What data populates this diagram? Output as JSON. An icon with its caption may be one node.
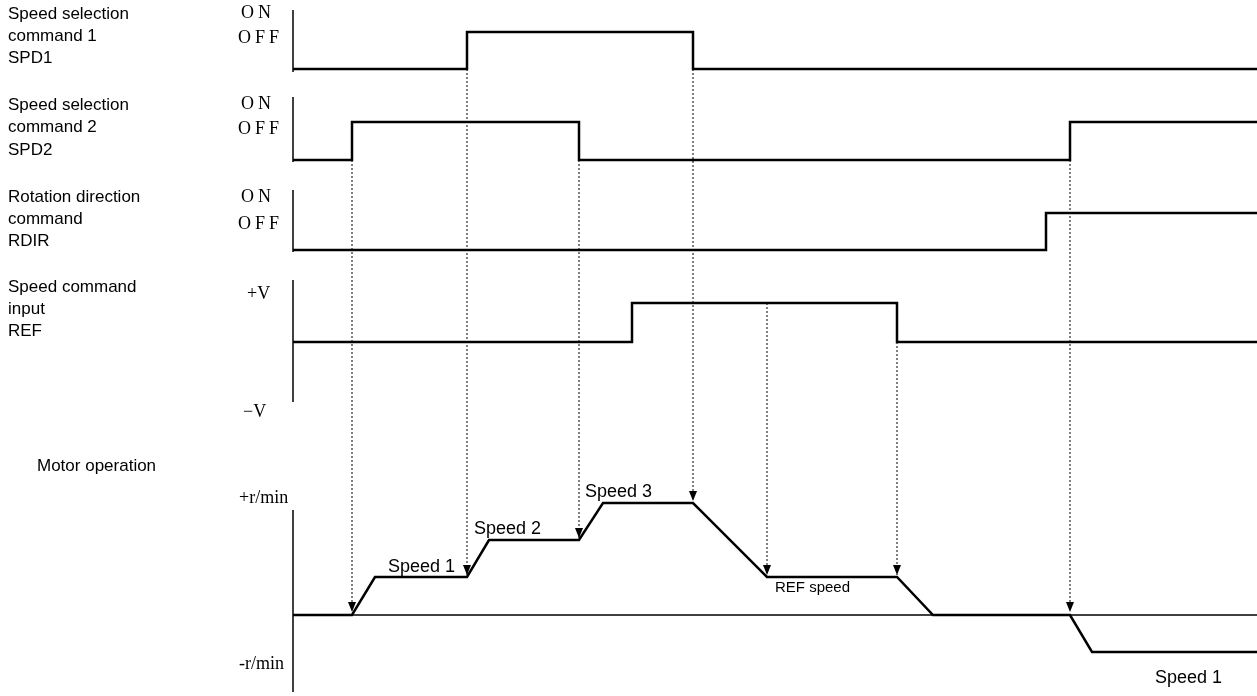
{
  "diagram": {
    "labels": [
      "Speed selection command 1",
      "SPD1",
      "ON",
      "OFF",
      "Speed selection command 2",
      "SPD2",
      "ON",
      "OFF",
      "Rotation direction command",
      "RDIR",
      "ON",
      "OFF",
      "Speed command input",
      "REF",
      "+V",
      "−V",
      "Motor operation",
      "+r/min",
      "-r/min",
      "Speed 1",
      "Speed 2",
      "Speed 3",
      "REF speed",
      "Speed 1"
    ]
  }
}
